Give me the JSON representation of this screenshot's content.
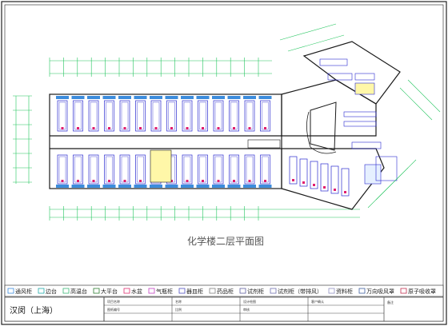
{
  "drawing": {
    "title": "化学楼二层平面图",
    "company": "汉闵（上海）"
  },
  "legend": {
    "items": [
      {
        "label": "通风柜",
        "color": "#3c8cdc"
      },
      {
        "label": "边台",
        "color": "#22aaaa"
      },
      {
        "label": "高温台",
        "color": "#3cb878"
      },
      {
        "label": "大平台",
        "color": "#2e7d32"
      },
      {
        "label": "水盆",
        "color": "#e03070"
      },
      {
        "label": "气瓶柜",
        "color": "#c040c0"
      },
      {
        "label": "器皿柜",
        "color": "#5050c0"
      },
      {
        "label": "药品柜",
        "color": "#808080"
      },
      {
        "label": "试剂柜",
        "color": "#6060a0"
      },
      {
        "label": "试剂柜（带排风）",
        "color": "#7070b0"
      },
      {
        "label": "资料柜",
        "color": "#9090c0"
      },
      {
        "label": "万向吸风罩",
        "color": "#4060a0"
      },
      {
        "label": "原子吸收罩",
        "color": "#c03050"
      }
    ]
  },
  "title_block": {
    "fields": [
      {
        "label": "项目名称"
      },
      {
        "label": "图纸编号"
      },
      {
        "label": "名称"
      },
      {
        "label": "比例"
      },
      {
        "label": "设计绘图"
      },
      {
        "label": "审核"
      },
      {
        "label": "客户确认"
      },
      {
        "label": "备注"
      }
    ]
  },
  "colors": {
    "wall": "#1a1a1a",
    "dimension": "#22c55e",
    "furniture": "#2a2ad0",
    "accent": "#e11d6e",
    "border": "#222222"
  }
}
